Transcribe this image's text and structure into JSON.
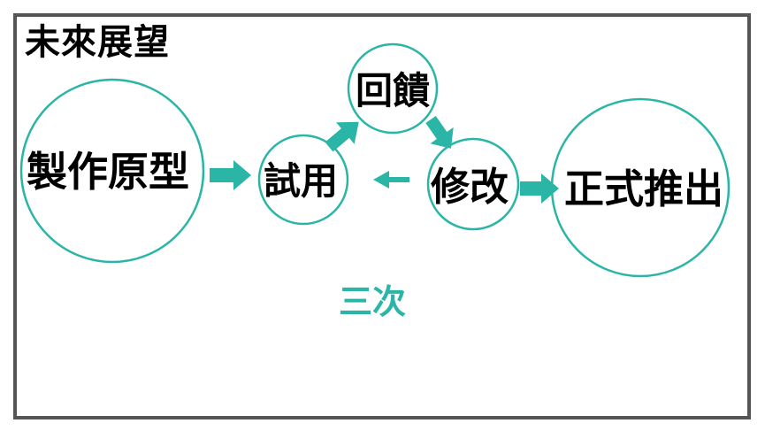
{
  "title": "未來展望",
  "accent_color": "#2bb5a7",
  "nodes": {
    "prototype": "製作原型",
    "trial": "試用",
    "feedback": "回饋",
    "revise": "修改",
    "launch": "正式推出"
  },
  "loop_label": "三次"
}
